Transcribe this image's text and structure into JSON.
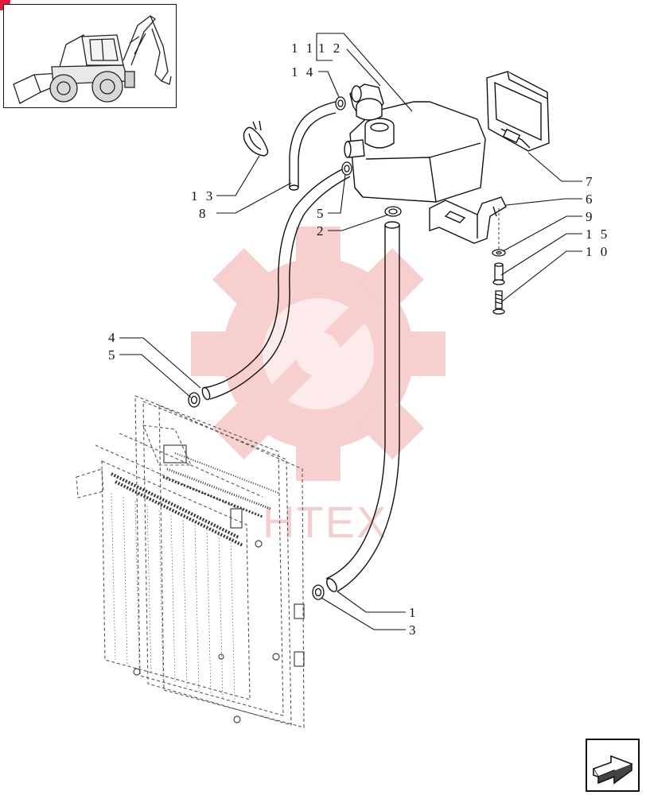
{
  "diagram": {
    "watermark": {
      "text": "HTEX",
      "color": "#f3c9c9"
    },
    "callouts": [
      {
        "id": "c-11",
        "text": "1 1"
      },
      {
        "id": "c-12",
        "text": "1 2"
      },
      {
        "id": "c-14",
        "text": "1 4"
      },
      {
        "id": "c-13",
        "text": "1 3"
      },
      {
        "id": "c-8",
        "text": "8"
      },
      {
        "id": "c-5a",
        "text": "5"
      },
      {
        "id": "c-2",
        "text": "2"
      },
      {
        "id": "c-7",
        "text": "7"
      },
      {
        "id": "c-6",
        "text": "6"
      },
      {
        "id": "c-9",
        "text": "9"
      },
      {
        "id": "c-15",
        "text": "1 5"
      },
      {
        "id": "c-10",
        "text": "1 0"
      },
      {
        "id": "c-4",
        "text": "4"
      },
      {
        "id": "c-5b",
        "text": "5"
      },
      {
        "id": "c-1",
        "text": "1"
      },
      {
        "id": "c-3",
        "text": "3"
      }
    ]
  },
  "thumbnail": {
    "icon": "backhoe-loader-icon"
  },
  "navigation": {
    "icon": "next-page-arrow-icon",
    "accent": "#e3193b"
  }
}
